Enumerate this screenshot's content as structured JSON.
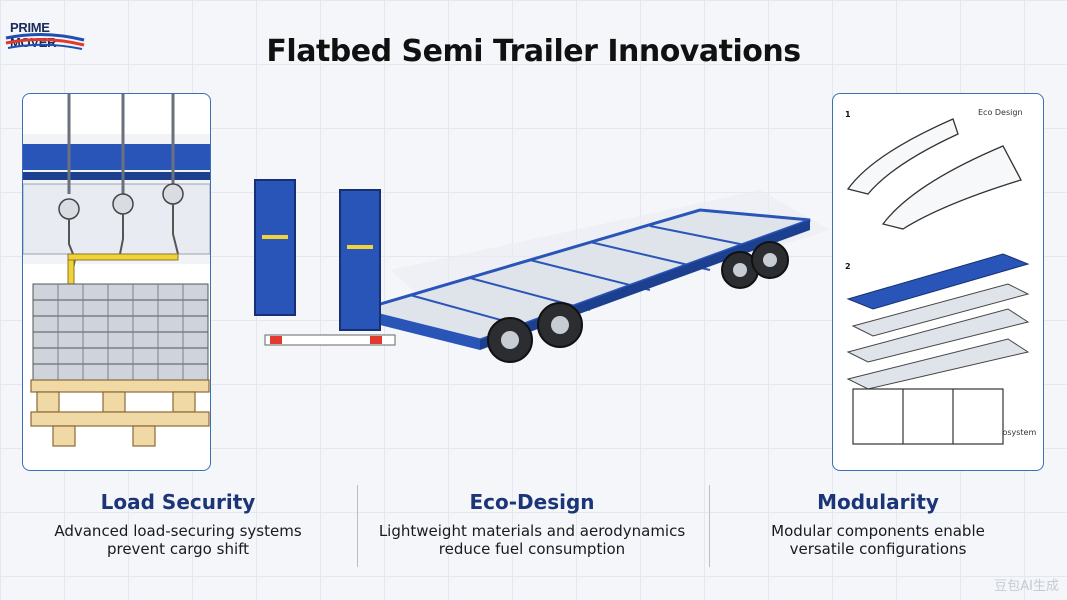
{
  "brand": {
    "name": "PRIME MOVER"
  },
  "title": "Flatbed Semi Trailer Innovations",
  "right_panel": {
    "step1": "1",
    "step1_label": "Eco Design",
    "step2": "2",
    "bottom_label": "Ecosystem"
  },
  "features": [
    {
      "heading": "Load Security",
      "line1": "Advanced load-securing systems",
      "line2": "prevent cargo shift"
    },
    {
      "heading": "Eco-Design",
      "line1": "Lightweight materials and aerodynamics",
      "line2": "reduce fuel consumption"
    },
    {
      "heading": "Modularity",
      "line1": "Modular components enable",
      "line2": "versatile configurations"
    }
  ],
  "watermark": "豆包AI生成",
  "colors": {
    "accent_blue": "#2a55b8",
    "heading_navy": "#1b3578",
    "panel_border": "#3b6fb6"
  }
}
